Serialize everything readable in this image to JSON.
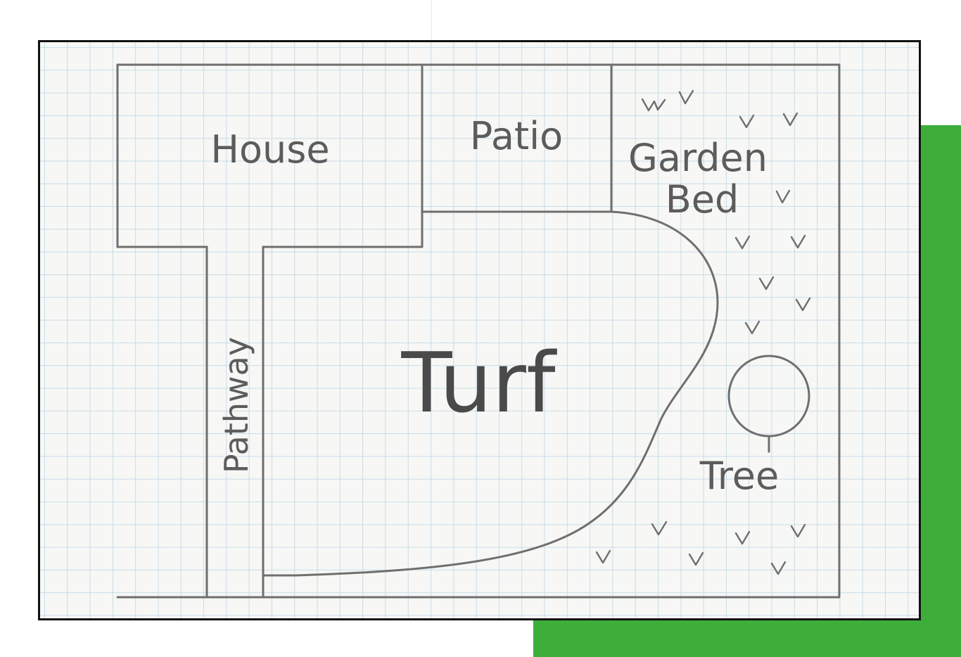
{
  "colors": {
    "accent_panel": "#3dae3a",
    "paper": "#f7f7f5",
    "grid": "#a4c8e0",
    "ink": "#6f6f6f",
    "frame": "#111111"
  },
  "plan": {
    "house_label": "House",
    "patio_label": "Patio",
    "garden_bed_label_line1": "Garden",
    "garden_bed_label_line2": "Bed",
    "pathway_label": "Pathway",
    "turf_label": "Turf",
    "tree_label": "Tree",
    "plant_icon": "check-mark-plant-icon",
    "tree_icon": "tree-circle-icon"
  }
}
